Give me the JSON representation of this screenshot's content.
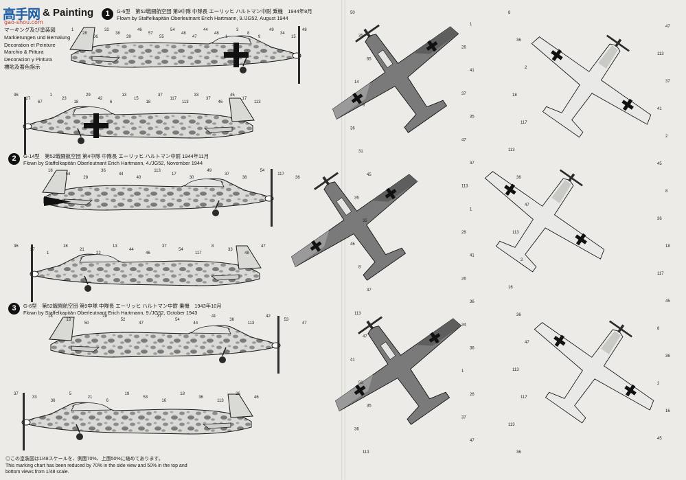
{
  "header": {
    "watermark": "高手网",
    "watermark_url": "gao-shou.com",
    "title": "& Painting",
    "headings": [
      "マーキング及び塗装図",
      "Markierungen und Bemalung",
      "Decoration et Peinture",
      "Marchio & Pittura",
      "Decoracion y Pintura",
      "標貼及著色指示"
    ]
  },
  "variants": [
    {
      "number": "1",
      "jp_caption": "G-6型　第52戦闘航空団 第9中隊 中隊長 エーリッヒ ハルトマン中尉 乗機　1944年8月",
      "en_caption": "Flown by Staffelkapitän Oberleutnant Erich Hartmann, 9./JG52,  August 1944"
    },
    {
      "number": "2",
      "jp_caption": "G-14型　第52戦闘航空団 第4中隊 中隊長 エーリッヒ ハルトマン中尉 1944年11月",
      "en_caption": "Flown by Staffelkapitän Oberleutnant Erich Hartmann, 4./JG52,  November 1944"
    },
    {
      "number": "3",
      "jp_caption": "G-6型　第52戦闘航空団 第9中隊 中隊長 エーリッヒ ハルトマン中尉 乗機　1943年10月",
      "en_caption": "Flown by Staffelkapitän Oberleutnant Erich Hartmann, 9./JG52,  October 1943"
    }
  ],
  "footnote": [
    "◎この塗装図は1/48スケールを、側面70%、上面50%に縮めてあります。",
    "This marking chart has been reduced by 70% in the side view and 50% in the top and",
    "bottom views from 1/48 scale."
  ],
  "side_callouts": {
    "v1_top": [
      "1",
      "28",
      "36",
      "32",
      "38",
      "39",
      "46",
      "57",
      "55",
      "54",
      "48",
      "47",
      "44",
      "48",
      "1",
      "3",
      "8",
      "9",
      "49",
      "34",
      "15",
      "48"
    ],
    "v1_bottom": [
      "36",
      "27",
      "67",
      "1",
      "23",
      "18",
      "29",
      "42",
      "6",
      "13",
      "15",
      "18",
      "37",
      "117",
      "113",
      "33",
      "37",
      "46",
      "45",
      "17",
      "113"
    ],
    "v2_top": [
      "18",
      "54",
      "28",
      "36",
      "44",
      "40",
      "113",
      "17",
      "30",
      "49",
      "37",
      "38",
      "54",
      "117",
      "36"
    ],
    "v2_bottom": [
      "36",
      "37",
      "1",
      "18",
      "21",
      "22",
      "13",
      "44",
      "46",
      "37",
      "54",
      "117",
      "8",
      "33",
      "48",
      "47"
    ],
    "v3_top": [
      "18",
      "18",
      "50",
      "28",
      "52",
      "47",
      "37",
      "54",
      "44",
      "41",
      "36",
      "113",
      "42",
      "53",
      "47"
    ],
    "v3_bottom": [
      "37",
      "33",
      "36",
      "5",
      "21",
      "6",
      "19",
      "53",
      "16",
      "18",
      "36",
      "113",
      "26",
      "46"
    ]
  },
  "plan_callouts": {
    "col1": [
      "50",
      "1",
      "35",
      "26",
      "65",
      "41",
      "14",
      "37",
      "8",
      "35",
      "36",
      "47",
      "31",
      "37",
      "45",
      "113",
      "36",
      "1",
      "35",
      "28",
      "46",
      "41",
      "8",
      "26",
      "37",
      "36",
      "113",
      "34",
      "47",
      "36",
      "41",
      "1",
      "50",
      "26",
      "35",
      "37",
      "36",
      "47",
      "113"
    ],
    "col2": [
      "8",
      "47",
      "36",
      "113",
      "2",
      "37",
      "18",
      "41",
      "117",
      "2",
      "113",
      "45",
      "36",
      "8",
      "47",
      "36",
      "113",
      "18",
      "2",
      "117",
      "16",
      "45",
      "36",
      "8",
      "47",
      "36",
      "113",
      "2",
      "117",
      "16",
      "113",
      "45",
      "36"
    ]
  },
  "colors": {
    "dark_grey": "#6b6b6b",
    "mid_grey": "#9a9a9a",
    "light_grey": "#d9d9d6",
    "line": "#1a1a1a"
  }
}
